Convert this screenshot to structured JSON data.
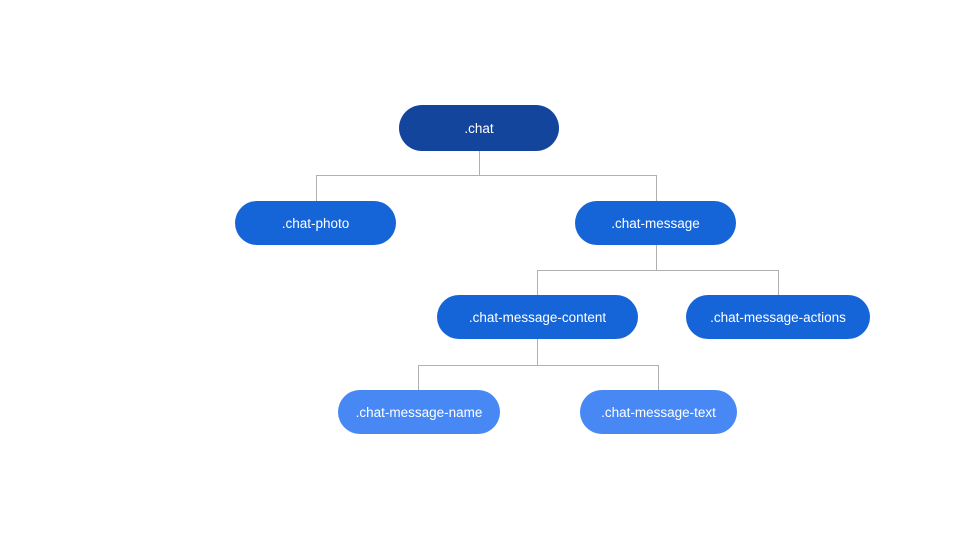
{
  "diagram": {
    "type": "tree",
    "background_color": "#ffffff",
    "connector_color": "#b0b0b0",
    "text_color": "#ffffff",
    "level_colors": {
      "root": "#14459c",
      "mid": "#1565d9",
      "leaf": "#4788f5"
    },
    "nodes": [
      {
        "id": "chat",
        "label": ".chat",
        "color": "#14459c",
        "parent": null
      },
      {
        "id": "chat-photo",
        "label": ".chat-photo",
        "color": "#1565d9",
        "parent": "chat"
      },
      {
        "id": "chat-message",
        "label": ".chat-message",
        "color": "#1565d9",
        "parent": "chat"
      },
      {
        "id": "chat-message-content",
        "label": ".chat-message-content",
        "color": "#1565d9",
        "parent": "chat-message"
      },
      {
        "id": "chat-message-actions",
        "label": ".chat-message-actions",
        "color": "#1565d9",
        "parent": "chat-message"
      },
      {
        "id": "chat-message-name",
        "label": ".chat-message-name",
        "color": "#4788f5",
        "parent": "chat-message-content"
      },
      {
        "id": "chat-message-text",
        "label": ".chat-message-text",
        "color": "#4788f5",
        "parent": "chat-message-content"
      }
    ]
  }
}
